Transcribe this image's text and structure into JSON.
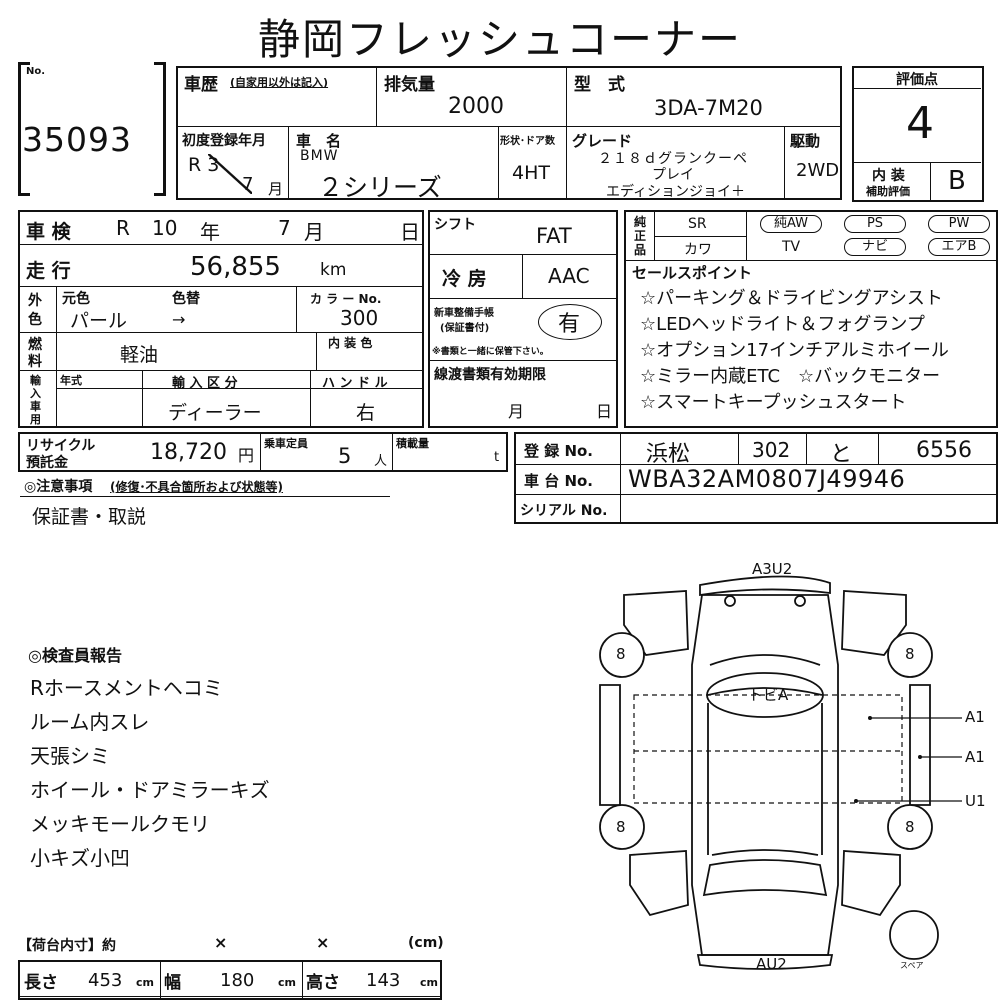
{
  "title": "静岡フレッシュコーナー",
  "lot": {
    "no_label": "No.",
    "number": "35093"
  },
  "history": {
    "label": "車歴",
    "note": "(自家用以外は記入)"
  },
  "displacement": {
    "label": "排気量",
    "value": "2000"
  },
  "model": {
    "label": "型　式",
    "value": "3DA-7M20"
  },
  "score": {
    "label": "評価点",
    "value": "4"
  },
  "interior": {
    "label1": "内 装",
    "label2": "補助評価",
    "value": "B"
  },
  "first_reg": {
    "label": "初度登録年月",
    "era": "R 3",
    "month": "7",
    "month_unit": "月"
  },
  "car_name": {
    "label": "車　名",
    "maker": "BMW",
    "value": "２シリーズ"
  },
  "body": {
    "label": "形状･ドア数",
    "value": "4HT"
  },
  "grade": {
    "label": "グレード",
    "line1": "２１８ｄグランクーペ",
    "line2": "プレイ",
    "line3": "エディションジョイ＋"
  },
  "drive": {
    "label": "駆動",
    "value": "2WD"
  },
  "inspection": {
    "label": "車 検",
    "era": "R",
    "year": "10",
    "year_unit": "年",
    "month": "7",
    "month_unit": "月",
    "day_unit": "日"
  },
  "mileage": {
    "label": "走 行",
    "value": "56,855",
    "unit": "km"
  },
  "color": {
    "outer_label1": "外",
    "outer_label2": "色",
    "orig_label": "元色",
    "change_label": "色替",
    "orig_value": "パール",
    "arrow": "→",
    "code_label": "カ ラ ー No.",
    "code_value": "300",
    "inner_label": "内 装 色"
  },
  "fuel": {
    "label1": "燃",
    "label2": "料",
    "value": "軽油"
  },
  "import": {
    "label1": "輸",
    "label2": "入",
    "label3": "車",
    "label4": "用",
    "year_label": "年式",
    "class_label": "輸 入 区 分",
    "class_value": "ディーラー",
    "handle_label": "ハ ン ド ル",
    "handle_value": "右"
  },
  "shift": {
    "label": "シフト",
    "value": "FAT"
  },
  "aircon": {
    "label": "冷 房",
    "value": "AAC"
  },
  "warranty": {
    "label1": "新車整備手帳",
    "label2": "(保証書付)",
    "value": "有",
    "note": "※書類と一緒に保管下さい。"
  },
  "tax": {
    "label": "線渡書類有効期限",
    "month_unit": "月",
    "day_unit": "日"
  },
  "equipment": {
    "label1": "純",
    "label2": "正",
    "label3": "品",
    "sr": "SR",
    "aw": "純AW",
    "ps": "PS",
    "pw": "PW",
    "leather": "カワ",
    "tv": "TV",
    "navi": "ナビ",
    "ab": "エアB"
  },
  "sales": {
    "label": "セールスポイント",
    "points": [
      "☆パーキング＆ドライビングアシスト",
      "☆LEDヘッドライト＆フォグランプ",
      "☆オプション17インチアルミホイール",
      "☆ミラー内蔵ETC　☆バックモニター",
      "☆スマートキープッシュスタート"
    ]
  },
  "recycle": {
    "label1": "リサイクル",
    "label2": "預託金",
    "value": "18,720",
    "unit": "円"
  },
  "capacity": {
    "label": "乗車定員",
    "value": "5",
    "unit": "人"
  },
  "load": {
    "label": "積載量",
    "unit": "t"
  },
  "plate": {
    "label": "登 録 No.",
    "region": "浜松",
    "class": "302",
    "kana": "と",
    "number": "6556"
  },
  "chassis": {
    "label": "車 台 No.",
    "value": "WBA32AM0807J49946"
  },
  "serial": {
    "label": "シリアル No."
  },
  "notes": {
    "label": "◎注意事項",
    "sub": "(修復･不具合箇所および状態等)",
    "value": "保証書・取説"
  },
  "report": {
    "label": "◎検査員報告",
    "items": [
      "Rホースメントヘコミ",
      "ルーム内スレ",
      "天張シミ",
      "ホイール・ドアミラーキズ",
      "メッキモールクモリ",
      "小キズ小凹"
    ]
  },
  "dims": {
    "label": "【荷台内寸】約",
    "x1": "×",
    "x2": "×",
    "unit_cm": "(cm)",
    "len_label": "長さ",
    "len": "453",
    "wid_label": "幅",
    "wid": "180",
    "hei_label": "高さ",
    "hei": "143",
    "cm": "cm"
  },
  "diagram": {
    "front_mark": "A3U2",
    "rear_mark": "AU2",
    "roof_mark": "トビA",
    "tires": [
      "8",
      "8",
      "8",
      "8"
    ],
    "right_marks": [
      "A1",
      "A1",
      "U1"
    ],
    "spare_label": "スペア"
  }
}
